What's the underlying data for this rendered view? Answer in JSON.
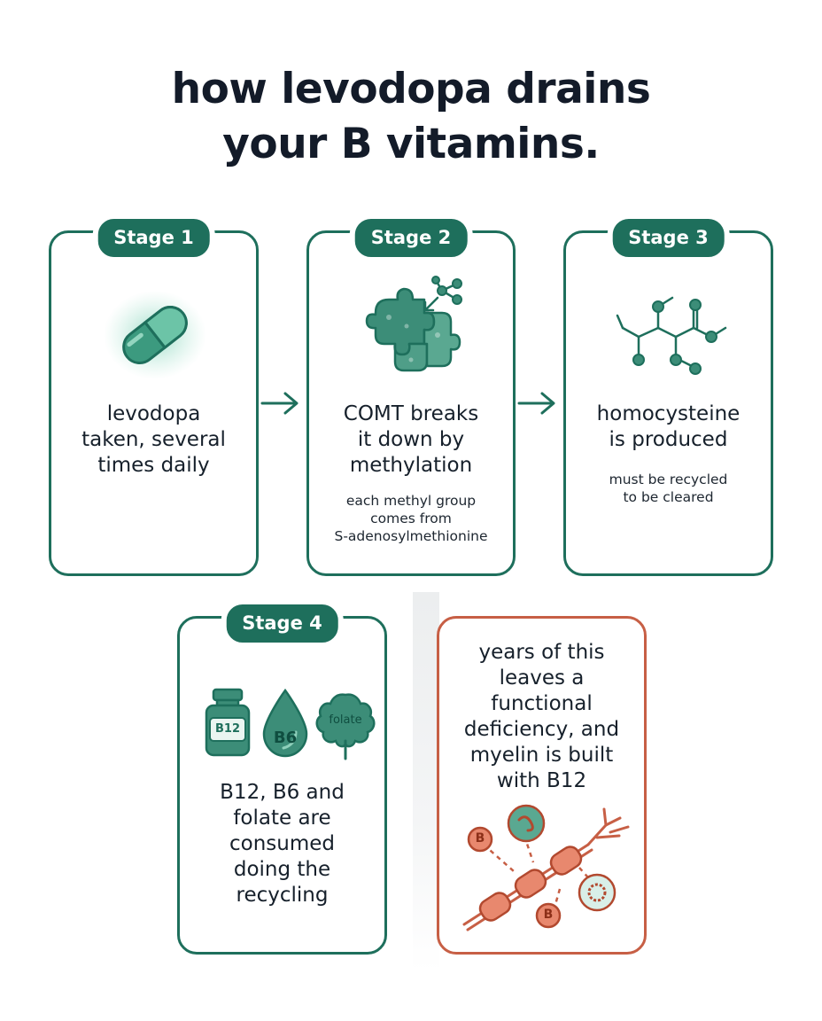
{
  "title": {
    "line1": "how levodopa drains",
    "line2": "your B vitamins."
  },
  "stages": [
    {
      "badge": "Stage 1",
      "main": [
        "levodopa",
        "taken, several",
        "times daily"
      ],
      "sub": [],
      "icon": "capsule-icon"
    },
    {
      "badge": "Stage 2",
      "main": [
        "COMT breaks",
        "it down by",
        "methylation"
      ],
      "sub": [
        "each methyl group",
        "comes from",
        "S-adenosylmethionine"
      ],
      "icon": "enzyme-puzzle-icon"
    },
    {
      "badge": "Stage 3",
      "main": [
        "homocysteine",
        "is produced"
      ],
      "sub": [
        "must be recycled",
        "to be cleared"
      ],
      "icon": "molecule-icon"
    },
    {
      "badge": "Stage 4",
      "main": [
        "B12, B6 and",
        "folate are",
        "consumed",
        "doing the",
        "recycling"
      ],
      "sub": [],
      "icon_labels": [
        "B12",
        "B6",
        "folate"
      ]
    }
  ],
  "outcome": {
    "main": [
      "years of this",
      "leaves a",
      "functional",
      "deficiency, and",
      "myelin is built",
      "with B12"
    ],
    "labels": [
      "B",
      "B"
    ],
    "icon": "myelin-nerve-icon"
  },
  "colors": {
    "primary": "#1e6f5c",
    "icon_fill": "#3c8d78",
    "accent": "#c75f45",
    "text": "#16202b"
  }
}
